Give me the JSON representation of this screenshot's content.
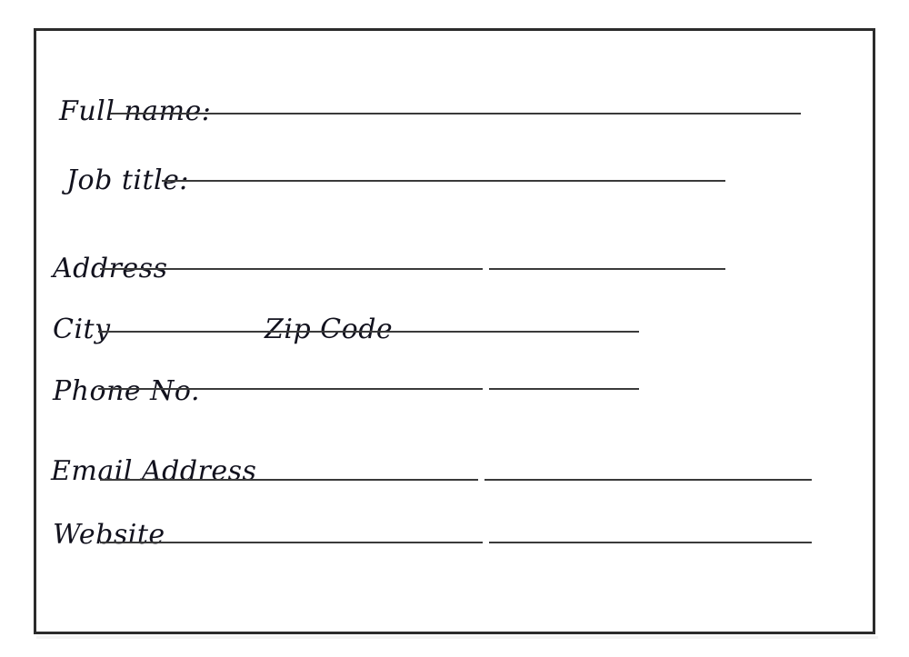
{
  "document": {
    "type": "handwritten-contact-form",
    "background_color": "#ffffff",
    "border_color": "#2b2b2b",
    "rule_color": "#3a3a3a",
    "text_color": "#12121e"
  },
  "form": {
    "fields": [
      {
        "id": "full-name",
        "label": "Full name:",
        "value": "",
        "placeholder": ""
      },
      {
        "id": "job-title",
        "label": "Job title:",
        "value": "",
        "placeholder": ""
      },
      {
        "id": "address",
        "label": "Address",
        "value": "",
        "placeholder": ""
      },
      {
        "id": "city",
        "label": "City",
        "value": "",
        "placeholder": ""
      },
      {
        "id": "zip-code",
        "label": "Zip Code",
        "value": "",
        "placeholder": ""
      },
      {
        "id": "phone-no",
        "label": "Phone No.",
        "value": "",
        "placeholder": ""
      },
      {
        "id": "email-address",
        "label": "Email Address",
        "value": "",
        "placeholder": ""
      },
      {
        "id": "website",
        "label": "Website",
        "value": "",
        "placeholder": ""
      }
    ]
  }
}
